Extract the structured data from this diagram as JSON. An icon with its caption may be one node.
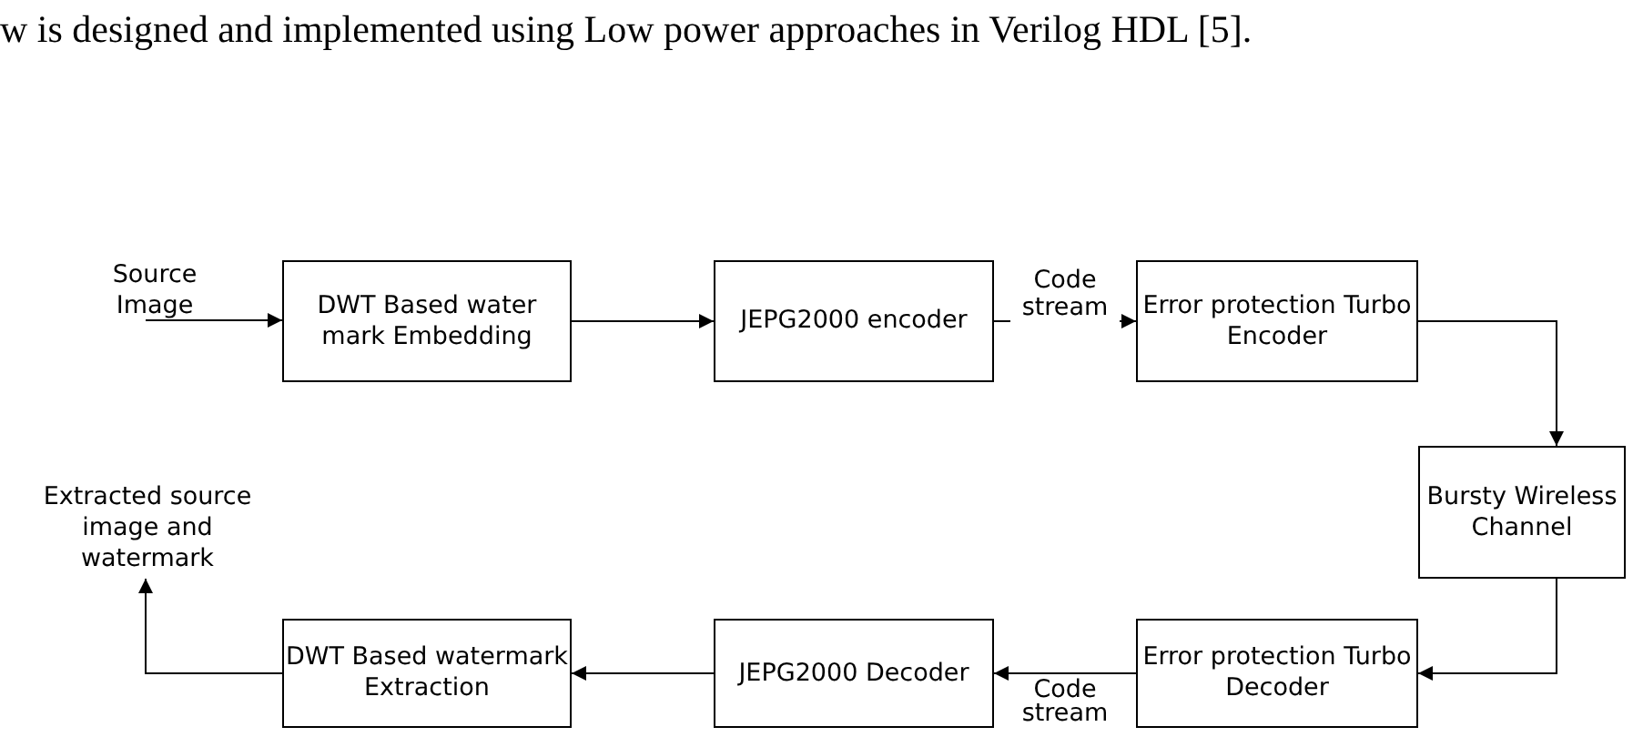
{
  "diagram": {
    "nodes": [
      {
        "text": [
          "Source Image"
        ]
      },
      {
        "text": [
          "DWT Based water mark Embedding"
        ]
      },
      {
        "text": [
          "JEPG2000 encoder"
        ]
      },
      {
        "text": [
          "Error protection Turbo Encoder"
        ]
      },
      {
        "text": [
          "Bursty Wireless Channel"
        ]
      },
      {
        "text": [
          "Extracted source image and watermark"
        ]
      },
      {
        "text": [
          "DWT Based watermark Extraction"
        ]
      },
      {
        "text": [
          "JEPG2000 Decoder"
        ]
      },
      {
        "text": [
          "Error protection Turbo Decoder"
        ]
      }
    ],
    "edges": [
      {
        "from": 0,
        "to": 1,
        "arrow": "to"
      },
      {
        "from": 1,
        "to": 2,
        "arrow": "to"
      },
      {
        "from": 2,
        "to": 3,
        "arrow": "to",
        "label": "Code stream"
      },
      {
        "from": 3,
        "to": 4,
        "arrow": "to"
      },
      {
        "from": 4,
        "to": 8,
        "arrow": "to"
      },
      {
        "from": 8,
        "to": 7,
        "arrow": "to",
        "label": "Code stream"
      },
      {
        "from": 7,
        "to": 6,
        "arrow": "to"
      },
      {
        "from": 6,
        "to": 5,
        "arrow": "to"
      }
    ],
    "labels": [
      "w is designed and implemented using Low power approaches in Verilog HDL [5]."
    ]
  }
}
